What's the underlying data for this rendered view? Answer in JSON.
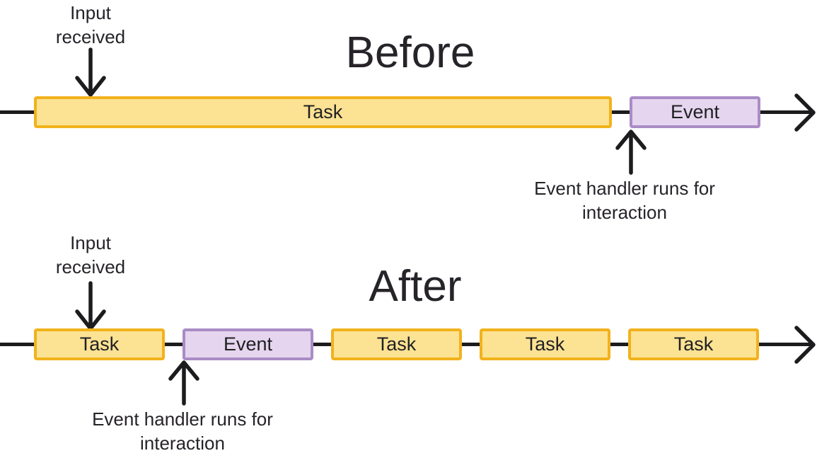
{
  "colors": {
    "task_fill": "#FCE293",
    "task_border": "#F2B21C",
    "event_fill": "#E5D5EE",
    "event_border": "#A98CC6",
    "line": "#1C1C1E",
    "text": "#262329"
  },
  "before": {
    "title": "Before",
    "input_label": "Input received",
    "handler_label": "Event handler runs for interaction",
    "bars": [
      {
        "label": "Task",
        "type": "task"
      },
      {
        "label": "Event",
        "type": "event"
      }
    ]
  },
  "after": {
    "title": "After",
    "input_label": "Input received",
    "handler_label": "Event handler runs for interaction",
    "bars": [
      {
        "label": "Task",
        "type": "task"
      },
      {
        "label": "Event",
        "type": "event"
      },
      {
        "label": "Task",
        "type": "task"
      },
      {
        "label": "Task",
        "type": "task"
      },
      {
        "label": "Task",
        "type": "task"
      }
    ]
  }
}
